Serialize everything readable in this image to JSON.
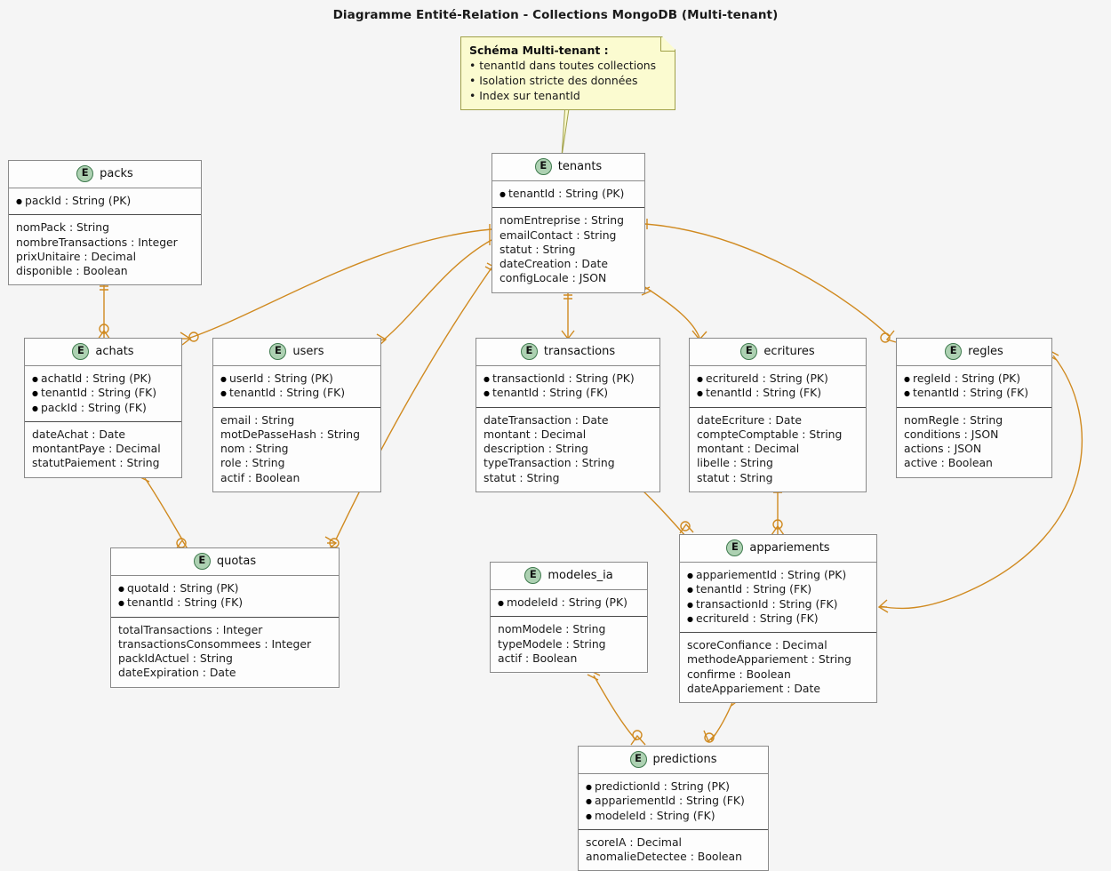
{
  "diagram": {
    "title": "Diagramme Entité-Relation - Collections MongoDB (Multi-tenant)",
    "background_color": "#f5f5f5",
    "connector_color": "#d08a20",
    "entity_icon_color": "#add1b2",
    "note_color": "#fbfbd0"
  },
  "note": {
    "title": "Schéma Multi-tenant :",
    "lines": [
      "• tenantId dans toutes collections",
      "• Isolation stricte des données",
      "• Index sur tenantId"
    ]
  },
  "entities": {
    "packs": {
      "name": "packs",
      "icon": "entity-E-icon",
      "keys": [
        "packId : String (PK)"
      ],
      "fields": [
        "nomPack : String",
        "nombreTransactions : Integer",
        "prixUnitaire : Decimal",
        "disponible : Boolean"
      ]
    },
    "tenants": {
      "name": "tenants",
      "icon": "entity-E-icon",
      "keys": [
        "tenantId : String (PK)"
      ],
      "fields": [
        "nomEntreprise : String",
        "emailContact : String",
        "statut : String",
        "dateCreation : Date",
        "configLocale : JSON"
      ]
    },
    "achats": {
      "name": "achats",
      "icon": "entity-E-icon",
      "keys": [
        "achatId : String (PK)",
        "tenantId : String (FK)",
        "packId : String (FK)"
      ],
      "fields": [
        "dateAchat : Date",
        "montantPaye : Decimal",
        "statutPaiement : String"
      ]
    },
    "users": {
      "name": "users",
      "icon": "entity-E-icon",
      "keys": [
        "userId : String (PK)",
        "tenantId : String (FK)"
      ],
      "fields": [
        "email : String",
        "motDePasseHash : String",
        "nom : String",
        "role : String",
        "actif : Boolean"
      ]
    },
    "transactions": {
      "name": "transactions",
      "icon": "entity-E-icon",
      "keys": [
        "transactionId : String (PK)",
        "tenantId : String (FK)"
      ],
      "fields": [
        "dateTransaction : Date",
        "montant : Decimal",
        "description : String",
        "typeTransaction : String",
        "statut : String"
      ]
    },
    "ecritures": {
      "name": "ecritures",
      "icon": "entity-E-icon",
      "keys": [
        "ecritureId : String (PK)",
        "tenantId : String (FK)"
      ],
      "fields": [
        "dateEcriture : Date",
        "compteComptable : String",
        "montant : Decimal",
        "libelle : String",
        "statut : String"
      ]
    },
    "regles": {
      "name": "regles",
      "icon": "entity-E-icon",
      "keys": [
        "regleId : String (PK)",
        "tenantId : String (FK)"
      ],
      "fields": [
        "nomRegle : String",
        "conditions : JSON",
        "actions : JSON",
        "active : Boolean"
      ]
    },
    "quotas": {
      "name": "quotas",
      "icon": "entity-E-icon",
      "keys": [
        "quotaId : String (PK)",
        "tenantId : String (FK)"
      ],
      "fields": [
        "totalTransactions : Integer",
        "transactionsConsommees : Integer",
        "packIdActuel : String",
        "dateExpiration : Date"
      ]
    },
    "modeles_ia": {
      "name": "modeles_ia",
      "icon": "entity-E-icon",
      "keys": [
        "modeleId : String (PK)"
      ],
      "fields": [
        "nomModele : String",
        "typeModele : String",
        "actif : Boolean"
      ]
    },
    "appariements": {
      "name": "appariements",
      "icon": "entity-E-icon",
      "keys": [
        "appariementId : String (PK)",
        "tenantId : String (FK)",
        "transactionId : String (FK)",
        "ecritureId : String (FK)"
      ],
      "fields": [
        "scoreConfiance : Decimal",
        "methodeAppariement : String",
        "confirme : Boolean",
        "dateAppariement : Date"
      ]
    },
    "predictions": {
      "name": "predictions",
      "icon": "entity-E-icon",
      "keys": [
        "predictionId : String (PK)",
        "appariementId : String (FK)",
        "modeleId : String (FK)"
      ],
      "fields": [
        "scoreIA : Decimal",
        "anomalieDetectee : Boolean"
      ]
    }
  },
  "relationships": [
    {
      "from": "tenants",
      "to": "users",
      "from_card": "one",
      "to_card": "many"
    },
    {
      "from": "tenants",
      "to": "achats",
      "from_card": "one",
      "to_card": "zero-many"
    },
    {
      "from": "tenants",
      "to": "transactions",
      "from_card": "one",
      "to_card": "many"
    },
    {
      "from": "tenants",
      "to": "ecritures",
      "from_card": "one",
      "to_card": "many"
    },
    {
      "from": "tenants",
      "to": "regles",
      "from_card": "one",
      "to_card": "zero-many"
    },
    {
      "from": "tenants",
      "to": "quotas",
      "from_card": "one",
      "to_card": "many"
    },
    {
      "from": "packs",
      "to": "achats",
      "from_card": "one",
      "to_card": "zero-many"
    },
    {
      "from": "achats",
      "to": "quotas",
      "from_card": "one",
      "to_card": "zero-many"
    },
    {
      "from": "transactions",
      "to": "appariements",
      "from_card": "one",
      "to_card": "zero-many"
    },
    {
      "from": "ecritures",
      "to": "appariements",
      "from_card": "one",
      "to_card": "zero-many"
    },
    {
      "from": "regles",
      "to": "appariements",
      "from_card": "one",
      "to_card": "many"
    },
    {
      "from": "appariements",
      "to": "predictions",
      "from_card": "one",
      "to_card": "zero-many"
    },
    {
      "from": "modeles_ia",
      "to": "predictions",
      "from_card": "one",
      "to_card": "zero-many"
    }
  ]
}
